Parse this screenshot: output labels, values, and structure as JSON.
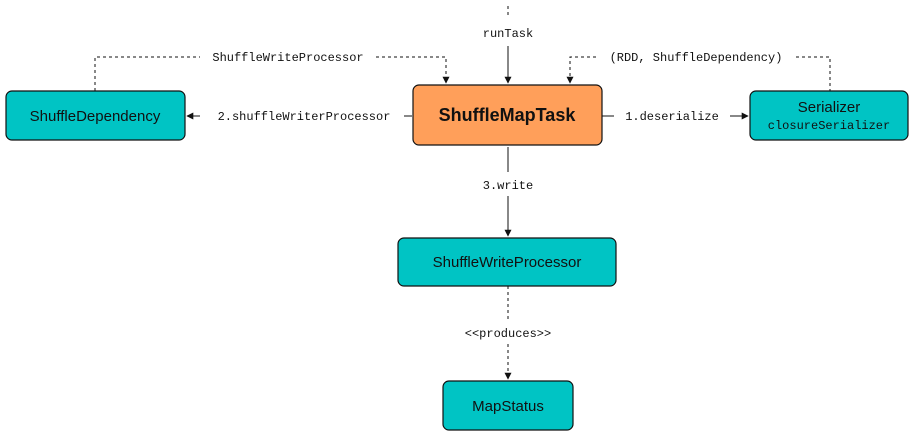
{
  "colors": {
    "node_fill": "#00c4c4",
    "highlight_fill": "#ff9f5a",
    "stroke": "#111111"
  },
  "nodes": {
    "shuffle_dependency": "ShuffleDependency",
    "shuffle_map_task": "ShuffleMapTask",
    "serializer": "Serializer",
    "serializer_sub": "closureSerializer",
    "shuffle_write_processor": "ShuffleWriteProcessor",
    "map_status": "MapStatus"
  },
  "edges": {
    "run_task": "runTask",
    "shuffle_write_processor_ref": "ShuffleWriteProcessor",
    "rdd_dependency": "(RDD, ShuffleDependency)",
    "shuffle_writer_processor": "2.shuffleWriterProcessor",
    "deserialize": "1.deserialize",
    "write": "3.write",
    "produces": "<<produces>>"
  }
}
